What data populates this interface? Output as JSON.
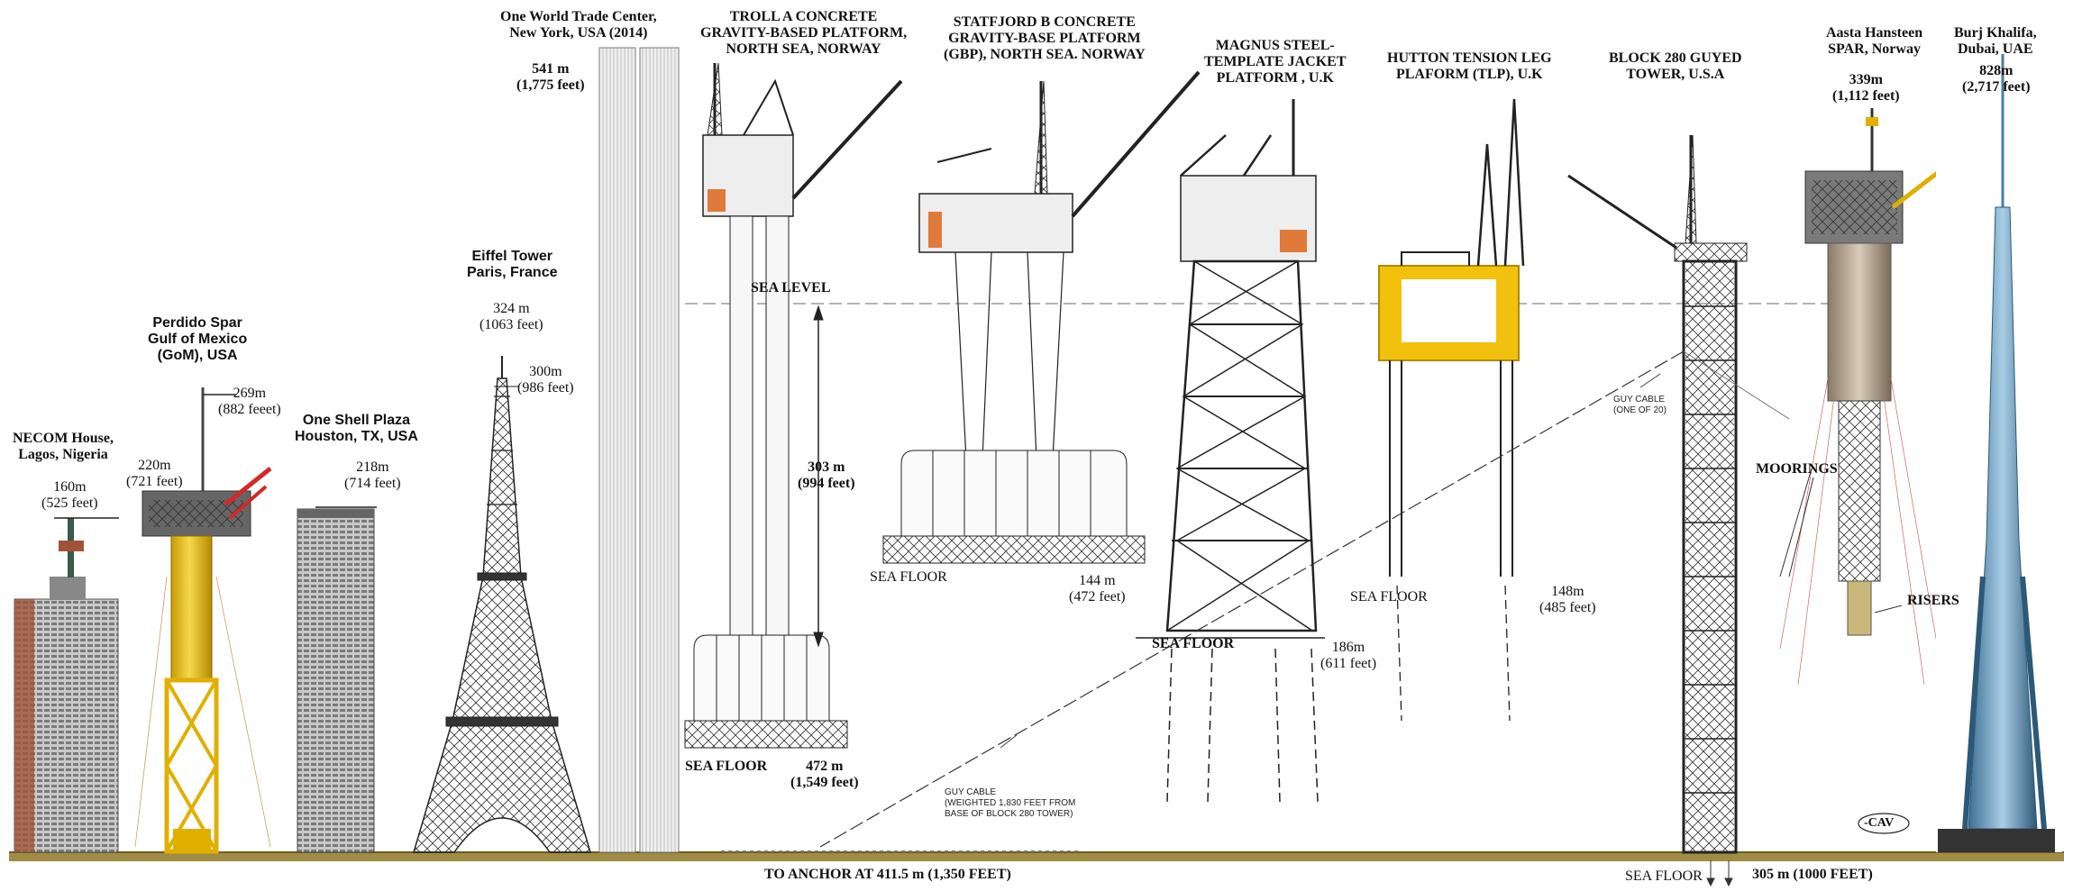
{
  "structures": {
    "necom": {
      "name": "NECOM House,\nLagos, Nigeria",
      "height": "160m\n(525 feet)"
    },
    "perdido": {
      "name": "Perdido Spar\nGulf of Mexico\n(GoM), USA",
      "height_low": "220m\n(721 feet)",
      "height_high": "269m\n(882 feeet)"
    },
    "shell": {
      "name": "One Shell Plaza\nHouston, TX, USA",
      "height": "218m\n(714 feet)"
    },
    "eiffel": {
      "name": "Eiffel Tower\nParis, France",
      "height_top": "324 m\n(1063 feet)",
      "height_mid": "300m\n(986 feet)"
    },
    "wtc": {
      "name": "One World Trade Center,\nNew York, USA (2014)",
      "height": "541 m\n(1,775 feet)"
    },
    "troll": {
      "name": "TROLL A CONCRETE\nGRAVITY-BASED PLATFORM,\nNORTH SEA, NORWAY",
      "depth": "303 m\n(994 feet)",
      "height": "472 m\n(1,549 feet)",
      "floor": "SEA FLOOR"
    },
    "statfjord": {
      "name": "STATFJORD B CONCRETE\nGRAVITY-BASE PLATFORM\n(GBP), NORTH SEA. NORWAY",
      "height": "144 m\n(472 feet)",
      "floor": "SEA FLOOR"
    },
    "magnus": {
      "name": "MAGNUS STEEL-\nTEMPLATE JACKET\nPLATFORM , U.K",
      "height": "186m\n(611 feet)",
      "floor": "SEA FLOOR"
    },
    "hutton": {
      "name": "HUTTON TENSION LEG\nPLAFORM (TLP), U.K",
      "height": "148m\n(485 feet)",
      "floor": "SEA FLOOR"
    },
    "block280": {
      "name": "BLOCK 280 GUYED\nTOWER, U.S.A",
      "height": "305 m (1000 FEET)",
      "floor": "SEA FLOOR"
    },
    "aasta": {
      "name": "Aasta Hansteen\nSPAR, Norway",
      "height": "339m\n(1,112 feet)"
    },
    "burj": {
      "name": "Burj Khalifa,\nDubai, UAE",
      "height": "828m\n(2,717 feet)"
    }
  },
  "annotations": {
    "sea_level": "SEA LEVEL",
    "guy_cable_one": "GUY CABLE\n(ONE OF 20)",
    "guy_cable_weighted": "GUY CABLE\n(WEIGHTED 1,830 FEET FROM\nBASE OF BLOCK 280 TOWER)",
    "anchor": "TO ANCHOR AT 411.5 m (1,350 FEET)",
    "moorings": "MOORINGS",
    "risers": "RISERS",
    "signature": "-CAV"
  },
  "colors": {
    "ground": "#a08c42",
    "yellow": "#f2c10e",
    "steel": "#222222",
    "burj": "#6f9fc0",
    "red": "#d02a2a"
  }
}
